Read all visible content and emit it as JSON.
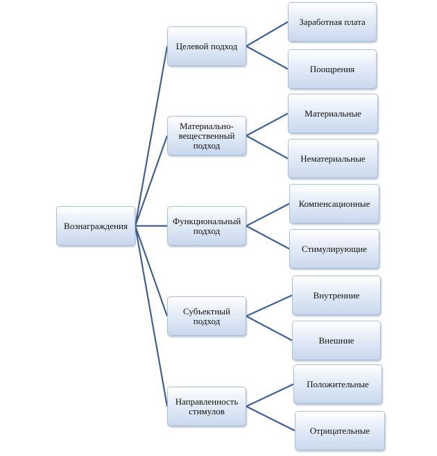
{
  "diagram": {
    "link_color": "#3d5f93",
    "root": {
      "label": "Вознаграждения"
    },
    "branches": [
      {
        "label": "Целевой подход",
        "children": [
          "Заработная плата",
          "Поощрения"
        ]
      },
      {
        "label": "Материально-\nвещественный\nподход",
        "children": [
          "Материальные",
          "Нематериальные"
        ]
      },
      {
        "label": "Функциональный\nподход",
        "children": [
          "Компенсационные",
          "Стимулирующие"
        ]
      },
      {
        "label": "Субъектный\nподход",
        "children": [
          "Внутренние",
          "Внешние"
        ]
      },
      {
        "label": "Направленность\nстимулов",
        "children": [
          "Положительные",
          "Отрицательные"
        ]
      }
    ]
  }
}
